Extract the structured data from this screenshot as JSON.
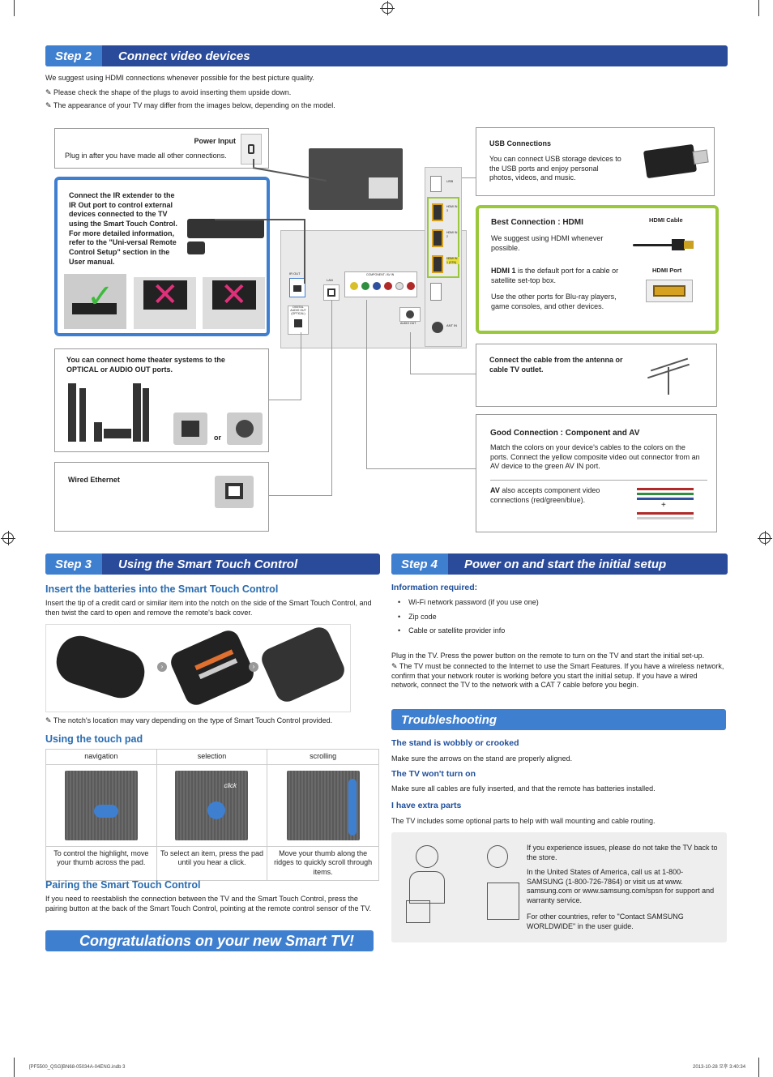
{
  "step2": {
    "num": "Step 2",
    "title": "Connect video devices",
    "intro": "We suggest using HDMI connections whenever possible for the best picture quality.",
    "notes": [
      "Please check the shape of the plugs to avoid inserting them upside down.",
      "The appearance of your TV may differ from the images below, depending on the model."
    ],
    "power": {
      "title": "Power Input",
      "text": "Plug in after you have made all other connections."
    },
    "ir": {
      "text": "Connect the IR extender to the IR Out port to control external devices connected to the TV using the Smart Touch Control. For more detailed information, refer to the \"Uni-versal Remote Control Setup\" section in the User manual."
    },
    "home_theater": {
      "text": "You can connect home theater systems to the OPTICAL or AUDIO OUT ports.",
      "or": "or"
    },
    "ethernet": {
      "title": "Wired Ethernet"
    },
    "usb": {
      "title": "USB Connections",
      "text": "You can connect USB storage devices to the USB ports and enjoy personal photos, videos, and music."
    },
    "hdmi": {
      "title": "Best Connection : HDMI",
      "text1": "We suggest using HDMI whenever possible.",
      "hdmi1_bold": "HDMI 1",
      "hdmi1_text": " is the default port for a cable or satellite set-top box.",
      "text3": "Use the other ports for Blu-ray players, game consoles, and other devices.",
      "cable_label": "HDMI Cable",
      "port_label": "HDMI Port"
    },
    "antenna": {
      "text": "Connect the cable from the antenna or cable TV outlet."
    },
    "component": {
      "title": "Good Connection : Component and AV",
      "text": "Match the colors on your device's cables to the colors on the ports. Connect the yellow composite video out connector from an AV device to the green AV IN port.",
      "av_bold": "AV",
      "av_text": " also accepts component video connections (red/green/blue).",
      "plus": "+"
    },
    "panel_labels": {
      "ir_out": "IR OUT",
      "lan": "LAN",
      "digital_audio": "DIGITAL AUDIO OUT (OPTICAL)",
      "component_in": "COMPONENT / AV IN",
      "audio_out": "AUDIO OUT",
      "hdmi_in_1": "HDMI IN 1 (STB)",
      "hdmi_in_2": "HDMI IN 2",
      "hdmi_in_3": "HDMI IN 3",
      "usb_ports": "USB",
      "ant_in": "ANT IN"
    }
  },
  "step3": {
    "num": "Step 3",
    "title": "Using the Smart Touch Control",
    "batteries_title": "Insert the batteries into the Smart Touch Control",
    "batteries_text": "Insert the tip of a credit card or similar item into the notch on the side of the Smart Touch Control, and then twist the card to open and remove the remote's back cover.",
    "notch_note": "The notch's location may vary depending on the type of Smart Touch Control provided.",
    "touchpad_title": "Using the touch pad",
    "touchpad_cols": [
      {
        "label": "navigation",
        "desc": "To control the highlight, move your thumb across the pad."
      },
      {
        "label": "selection",
        "desc": "To select an item, press the pad until you hear a click."
      },
      {
        "label": "scrolling",
        "desc": "Move your thumb along the ridges to quickly scroll through items."
      }
    ],
    "click_label": "click",
    "pairing_title": "Pairing the Smart Touch Control",
    "pairing_text": "If you need to reestablish the connection between the TV and the Smart Touch Control, press the pairing button at the back of the Smart Touch Control, pointing at the remote control sensor of the TV.",
    "congrats": "Congratulations on your new Smart TV!"
  },
  "step4": {
    "num": "Step 4",
    "title": "Power on and start the initial setup",
    "info_title": "Information required:",
    "info_items": [
      "Wi-Fi network password (if you use one)",
      "Zip code",
      "Cable or satellite provider info"
    ],
    "plug_text": "Plug in the TV. Press the power button on the remote to turn on the TV and start the initial set-up.",
    "plug_note": "The TV must be connected to the Internet to use the Smart Features. If you have a wireless network, confirm that your network router is working before you start the initial setup. If you have a wired network, connect the TV to the network with a CAT 7 cable before you begin."
  },
  "troubleshooting": {
    "title": "Troubleshooting",
    "items": [
      {
        "q": "The stand is wobbly or crooked",
        "a": "Make sure the arrows on the stand are properly aligned."
      },
      {
        "q": "The TV won't turn on",
        "a": "Make sure all cables are fully inserted, and that the remote has batteries installed."
      },
      {
        "q": "I have extra parts",
        "a": "The TV includes some optional parts to help with wall mounting and cable routing."
      }
    ],
    "support1": "If you experience issues, please do not take the TV back to the store.",
    "support2": "In the United States of America, call us at 1-800-SAMSUNG (1-800-726-7864) or visit us at www. samsung.com or www.samsung.com/spsn for support and warranty service.",
    "support3": "For other countries, refer to \"Contact SAMSUNG WORLDWIDE\" in the user guide."
  },
  "footer": {
    "left": "[PF5500_QSG]BN68-05034A-04ENG.indb   3",
    "right": "2013-10-28   오후 3:40:34"
  },
  "colors": {
    "dark_blue": "#2a4a9a",
    "light_blue": "#3f7fd0",
    "green": "#9ac83a"
  }
}
